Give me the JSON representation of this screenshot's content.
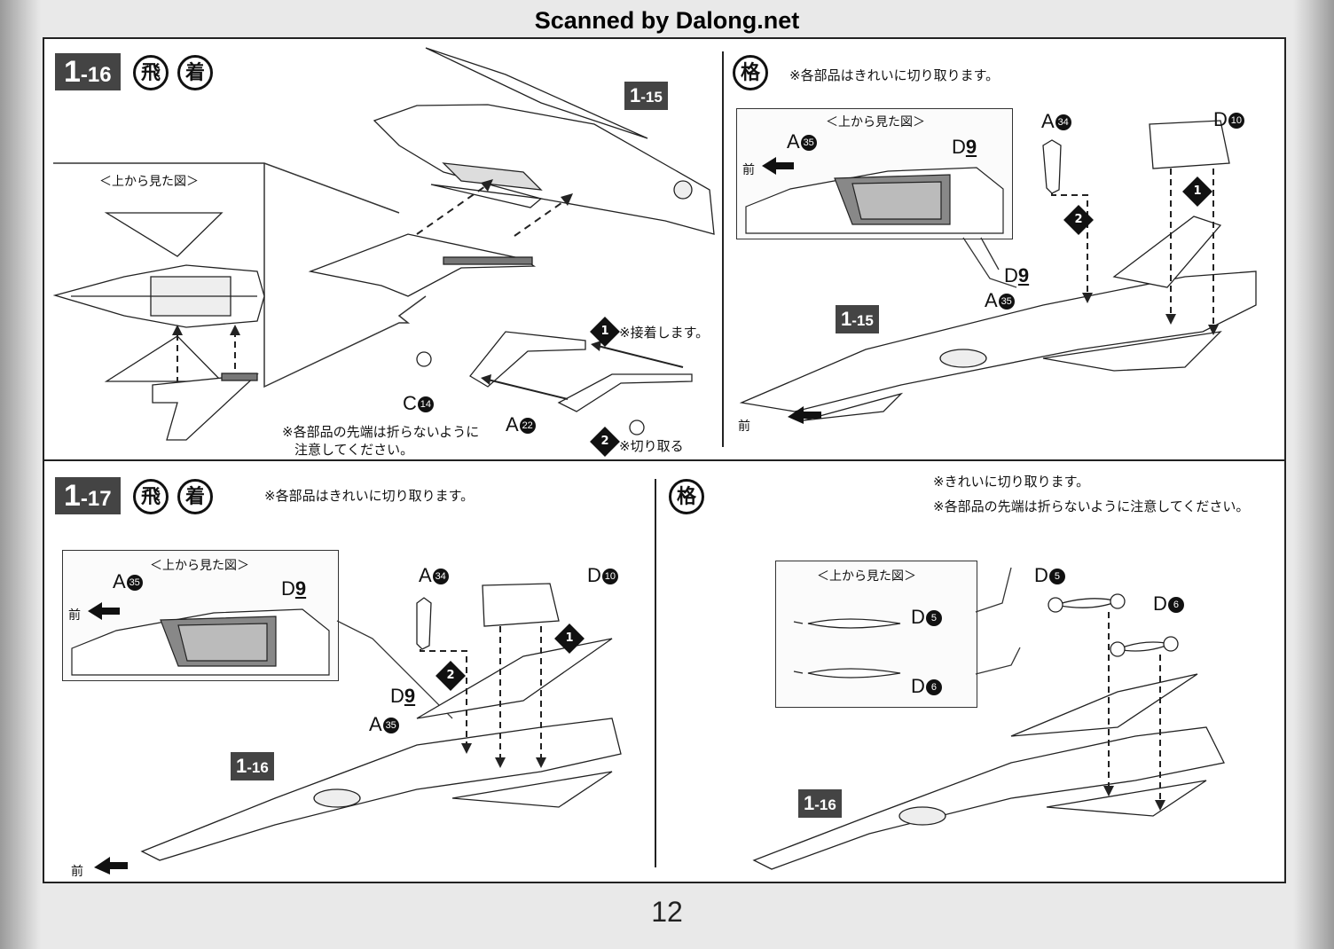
{
  "scan_credit": "Scanned by Dalong.net",
  "page_number": "12",
  "panels": {
    "p116": {
      "step_main": "1",
      "step_sub": "-16",
      "icon1": "飛",
      "icon2": "着",
      "inset_title": "＜上から見た図＞",
      "ref_badge_main": "1",
      "ref_badge_sub": "-15",
      "seq1_num": "1",
      "seq1_text": "※接着します。",
      "seq2_num": "2",
      "seq2_text": "※切り取る",
      "part_c": "C",
      "part_c_num": "14",
      "part_a": "A",
      "part_a_num": "22",
      "note_line1": "※各部品の先端は折らないように",
      "note_line2": "注意してください。"
    },
    "pkaku1": {
      "icon": "格",
      "note": "※各部品はきれいに切り取ります。",
      "inset_title": "＜上から見た図＞",
      "inset_a": "A",
      "inset_a_num": "35",
      "inset_d": "D",
      "inset_d_num": "9",
      "front": "前",
      "part_a34": "A",
      "part_a34_num": "34",
      "part_d10": "D",
      "part_d10_num": "10",
      "label_d9": "D",
      "label_d9_num": "9",
      "label_a35": "A",
      "label_a35_num": "35",
      "badge_main": "1",
      "badge_sub": "-15",
      "seq1": "1",
      "seq2": "2",
      "front2": "前"
    },
    "p117": {
      "step_main": "1",
      "step_sub": "-17",
      "icon1": "飛",
      "icon2": "着",
      "note": "※各部品はきれいに切り取ります。",
      "inset_title": "＜上から見た図＞",
      "inset_a": "A",
      "inset_a_num": "35",
      "inset_d": "D",
      "inset_d_num": "9",
      "front": "前",
      "part_a34": "A",
      "part_a34_num": "34",
      "part_d10": "D",
      "part_d10_num": "10",
      "label_d9": "D",
      "label_d9_num": "9",
      "label_a35": "A",
      "label_a35_num": "35",
      "badge_main": "1",
      "badge_sub": "-16",
      "seq1": "1",
      "seq2": "2",
      "front2": "前"
    },
    "pkaku2": {
      "icon": "格",
      "note1": "※きれいに切り取ります。",
      "note2": "※各部品の先端は折らないように注意してください。",
      "inset_title": "＜上から見た図＞",
      "inset_d5": "D",
      "inset_d5_num": "5",
      "inset_d6": "D",
      "inset_d6_num": "6",
      "part_d5": "D",
      "part_d5_num": "5",
      "part_d6": "D",
      "part_d6_num": "6",
      "badge_main": "1",
      "badge_sub": "-16"
    }
  }
}
